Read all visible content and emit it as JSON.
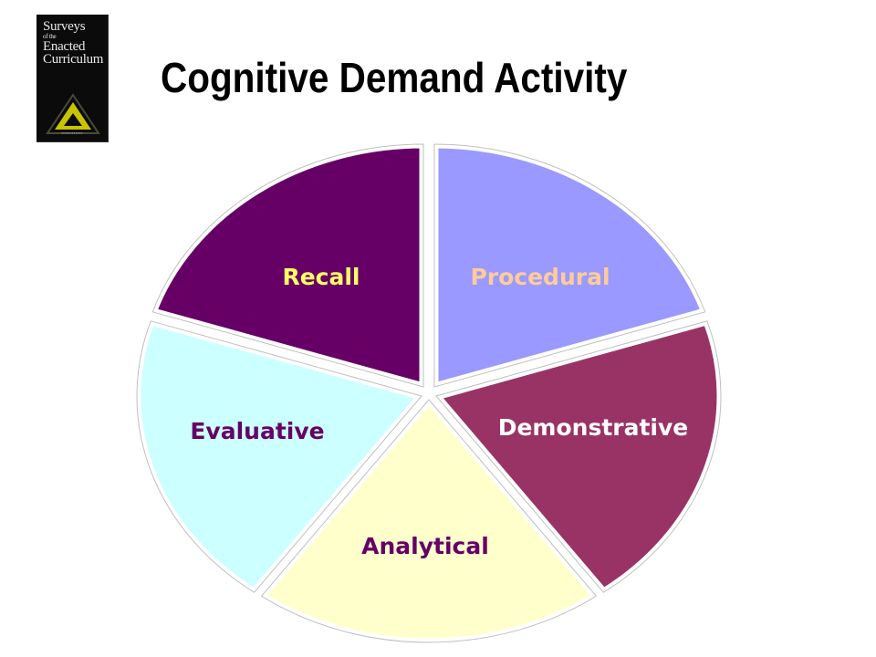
{
  "header": {
    "title": "Cognitive Demand Activity"
  },
  "logo": {
    "line1": "Surveys",
    "line2": "of the",
    "line3": "Enacted",
    "line4": "Curriculum",
    "icon": "triangle-emblem-icon"
  },
  "diagram": {
    "type": "pie",
    "segments": [
      {
        "label": "Recall",
        "color": "#660066",
        "text_color": "#ffff66"
      },
      {
        "label": "Procedural",
        "color": "#9999ff",
        "text_color": "#ffcc99"
      },
      {
        "label": "Demonstrative",
        "color": "#993366",
        "text_color": "#ffffff"
      },
      {
        "label": "Analytical",
        "color": "#ffffcc",
        "text_color": "#660066"
      },
      {
        "label": "Evaluative",
        "color": "#ccffff",
        "text_color": "#660066"
      }
    ],
    "separator_color": "#ffffff"
  }
}
